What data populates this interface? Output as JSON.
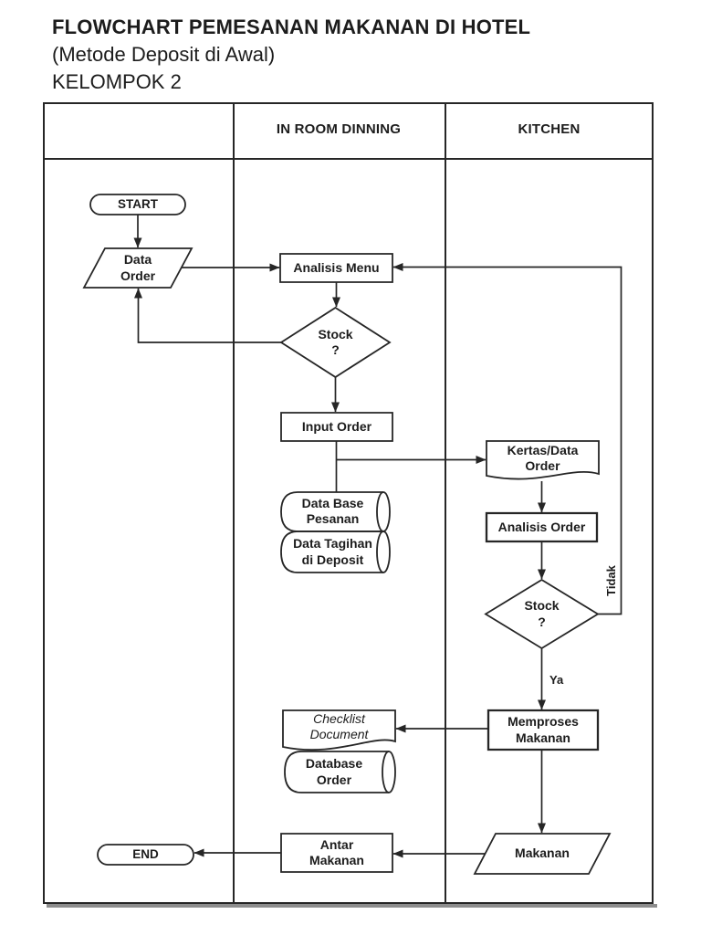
{
  "title": {
    "line1": "FLOWCHART PEMESANAN MAKANAN DI HOTEL",
    "line2": "(Metode Deposit di Awal)",
    "line3": "KELOMPOK 2"
  },
  "lanes": {
    "in_room_dinning": "IN ROOM DINNING",
    "kitchen": "KITCHEN"
  },
  "nodes": {
    "start": "START",
    "data_order": "Data\nOrder",
    "analisis_menu": "Analisis Menu",
    "stock_room": "Stock\n?",
    "input_order": "Input Order",
    "db_pesanan": "Data Base\nPesanan",
    "db_tagihan": "Data Tagihan\ndi Deposit",
    "kertas_data_order": "Kertas/Data\nOrder",
    "analisis_order": "Analisis Order",
    "stock_kitchen": "Stock\n?",
    "memproses_makanan": "Memproses\nMakanan",
    "checklist_document": "Checklist\nDocument",
    "database_order": "Database\nOrder",
    "makanan": "Makanan",
    "antar_makanan": "Antar\nMakanan",
    "end": "END"
  },
  "edge_labels": {
    "yes": "Ya",
    "no": "Tidak"
  },
  "colors": {
    "line": "#262626",
    "background": "#ffffff",
    "shadow": "#8d8d8d"
  }
}
